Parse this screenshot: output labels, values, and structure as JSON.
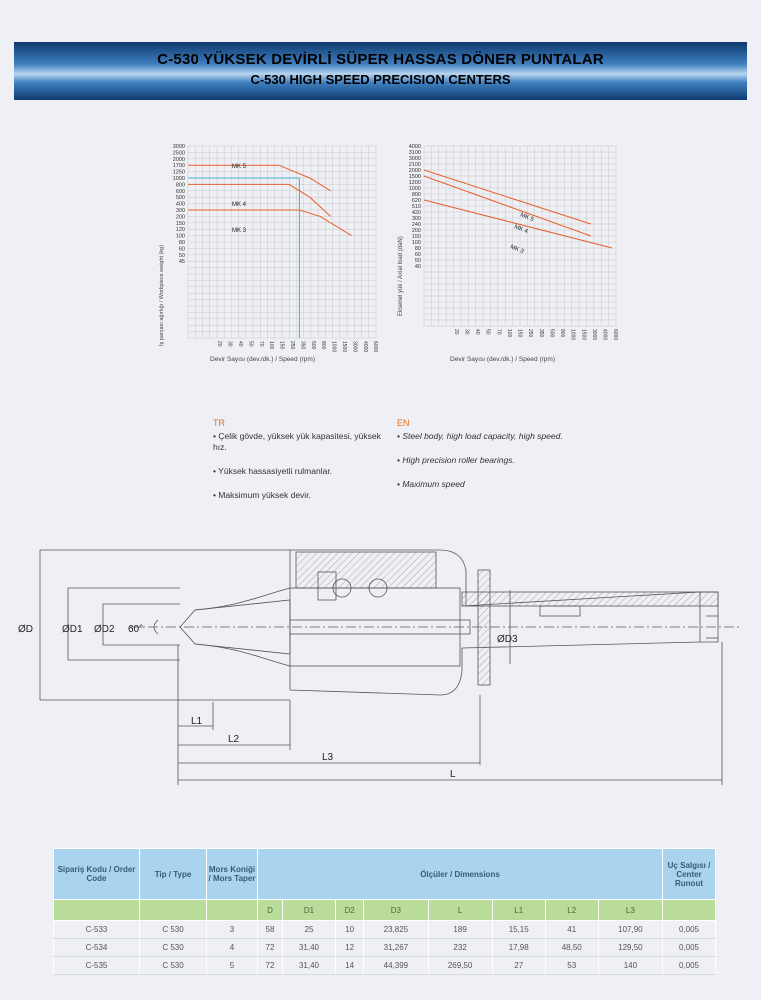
{
  "header": {
    "title_tr": "C-530  YÜKSEK DEVİRLİ SÜPER HASSAS DÖNER PUNTALAR",
    "title_en": "C-530 HIGH SPEED PRECISION CENTERS"
  },
  "chart_data": [
    {
      "type": "line",
      "ylabel": "İş parçası ağırlığı / Workpiece weight (kg)",
      "xlabel": "Devir Sayısı (dev./dk.) / Speed (rpm)",
      "y_ticks": [
        "3000",
        "2500",
        "2000",
        "1700",
        "1250",
        "1000",
        "800",
        "600",
        "500",
        "400",
        "300",
        "200",
        "150",
        "120",
        "100",
        "80",
        "60",
        "50",
        "45"
      ],
      "x_ticks": [
        "20",
        "30",
        "40",
        "50",
        "70",
        "100",
        "150",
        "250",
        "350",
        "500",
        "800",
        "1000",
        "1500",
        "3000",
        "4000",
        "6000"
      ],
      "series": [
        {
          "name": "MK 5",
          "points": [
            [
              0,
              1700
            ],
            [
              6,
              1700
            ],
            [
              9,
              1000
            ],
            [
              11,
              600
            ]
          ]
        },
        {
          "name": "MK 4",
          "points": [
            [
              0,
              750
            ],
            [
              7,
              750
            ],
            [
              9,
              450
            ],
            [
              11,
              200
            ]
          ]
        },
        {
          "name": "MK 3",
          "points": [
            [
              0,
              300
            ],
            [
              8,
              300
            ],
            [
              10,
              200
            ],
            [
              13,
              90
            ]
          ]
        }
      ],
      "guide": {
        "y": 1000,
        "x": "350"
      }
    },
    {
      "type": "line",
      "ylabel": "Eksenel yük / Axial load (daN)",
      "xlabel": "Devir Sayısı (dev./dk.) / Speed (rpm)",
      "y_ticks": [
        "4000",
        "3100",
        "3000",
        "2100",
        "2000",
        "1500",
        "1200",
        "1000",
        "800",
        "620",
        "510",
        "420",
        "300",
        "240",
        "200",
        "150",
        "100",
        "80",
        "60",
        "50",
        "40"
      ],
      "x_ticks": [
        "20",
        "30",
        "40",
        "50",
        "70",
        "100",
        "150",
        "250",
        "350",
        "500",
        "800",
        "1000",
        "1500",
        "3000",
        "4000",
        "6000"
      ],
      "series": [
        {
          "name": "MK 5",
          "points": [
            [
              0,
              2000
            ],
            [
              13,
              240
            ]
          ]
        },
        {
          "name": "MK 4",
          "points": [
            [
              0,
              1500
            ],
            [
              13,
              150
            ]
          ]
        },
        {
          "name": "MK 3",
          "points": [
            [
              0,
              620
            ],
            [
              15,
              80
            ]
          ]
        }
      ]
    }
  ],
  "features": {
    "tr": {
      "heading": "TR",
      "items": [
        "• Çelik gövde, yüksek yük kapasitesi, yüksek hız.",
        "• Yüksek hassasiyetli rulmanlar.",
        "• Maksimum yüksek devir."
      ]
    },
    "en": {
      "heading": "EN",
      "items": [
        "• Steel body, high load capacity, high speed.",
        "• High precision roller bearings.",
        "• Maximum speed"
      ]
    }
  },
  "drawing": {
    "labels": {
      "D": "ØD",
      "D1": "ØD1",
      "D2": "ØD2",
      "angle": "60°",
      "D3": "ØD3",
      "L1": "L1",
      "L2": "L2",
      "L3": "L3",
      "L": "L"
    }
  },
  "table": {
    "head1": {
      "order_code": "Sipariş Kodu / Order Code",
      "type": "Tip / Type",
      "taper": "Mors Koniği / Mors Taper",
      "dimensions": "Ölçüler / Dimensions",
      "runout": "Uç Salgısı / Center Runout"
    },
    "dims": [
      "D",
      "D1",
      "D2",
      "D3",
      "L",
      "L1",
      "L2",
      "L3"
    ],
    "rows": [
      [
        "C-533",
        "C 530",
        "3",
        "58",
        "25",
        "10",
        "23,825",
        "189",
        "15,15",
        "41",
        "107,90",
        "0,005"
      ],
      [
        "C-534",
        "C 530",
        "4",
        "72",
        "31,40",
        "12",
        "31,267",
        "232",
        "17,98",
        "48,50",
        "129,50",
        "0,005"
      ],
      [
        "C-535",
        "C 530",
        "5",
        "72",
        "31,40",
        "14",
        "44,399",
        "269,50",
        "27",
        "53",
        "140",
        "0,005"
      ]
    ]
  },
  "colors": {
    "curve": "#e8602c",
    "guide": "#4aa8d8",
    "grid": "#c8c8c8",
    "table_head": "#a9d3ee",
    "table_sub": "#b9dc9a"
  }
}
